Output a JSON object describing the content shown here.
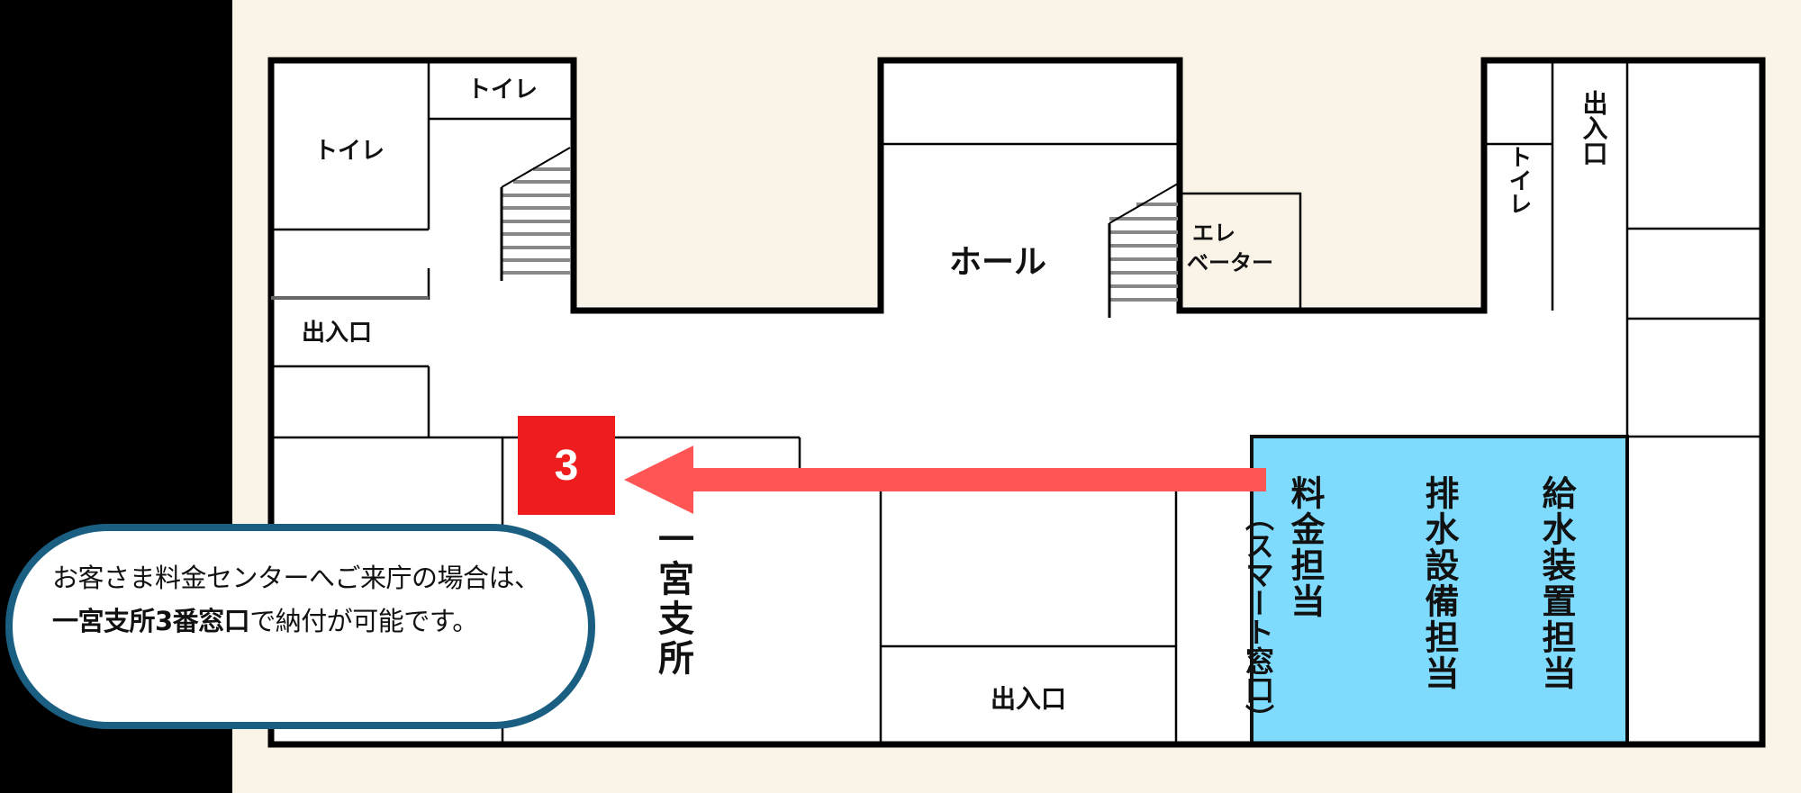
{
  "floor_plan": {
    "colors": {
      "background": "#FAF3E7",
      "left_strip": "#000000",
      "wall": "#000000",
      "room_fill": "#FFFFFF",
      "highlight_zone": "#7FDBFD",
      "badge": "#EE1C1C",
      "arrow": "#FF5555",
      "callout_border": "#1A5F82"
    },
    "rooms": {
      "toilet_top_left": "トイレ",
      "toilet_top_small": "トイレ",
      "entrance_left": "出入口",
      "hall": "ホール",
      "elevator_line1": "エレ",
      "elevator_line2": "ベーター",
      "toilet_right": "トイレ",
      "entrance_right": "出入口",
      "entrance_bottom": "出入口",
      "ichinomiya_branch": "一宮支所",
      "fee_counter": "料金担当",
      "fee_counter_sub": "（スマート窓口）",
      "drainage": "排水設備担当",
      "water_supply": "給水装置担当"
    },
    "badge": {
      "number": "3"
    },
    "arrow": {
      "direction": "left",
      "from": "料金担当",
      "to": "3"
    },
    "callout": {
      "text_before": "お客さま料金センターへご来庁の場合は、",
      "text_bold": "一宮支所3番窓口",
      "text_after": "で納付が可能です。"
    }
  }
}
